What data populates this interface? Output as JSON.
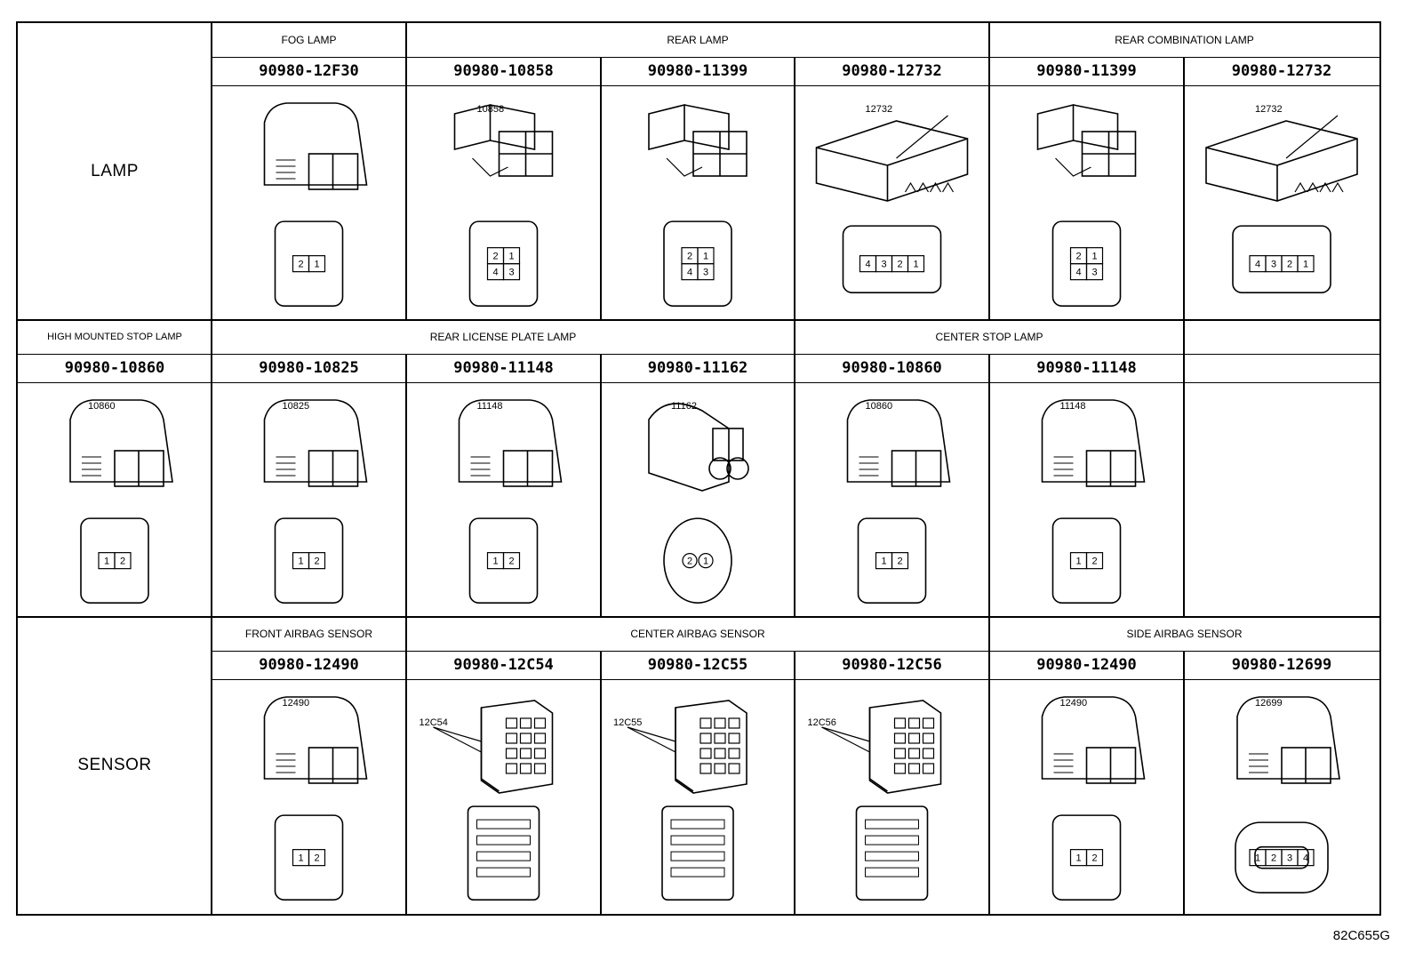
{
  "rows": [
    {
      "category": "LAMP",
      "groups": [
        {
          "label": "FOG LAMP",
          "span": 1
        },
        {
          "label": "REAR LAMP",
          "span": 3
        },
        {
          "label": "REAR COMBINATION LAMP",
          "span": 2
        }
      ],
      "cells": [
        {
          "part": "90980-12F30",
          "tag": "",
          "pins": [
            "2",
            "1"
          ],
          "style": "square"
        },
        {
          "part": "90980-10858",
          "tag": "10858",
          "pins": [
            "2",
            "1",
            "4",
            "3"
          ],
          "style": "clip"
        },
        {
          "part": "90980-11399",
          "tag": "",
          "pins": [
            "2",
            "1",
            "4",
            "3"
          ],
          "style": "clip"
        },
        {
          "part": "90980-12732",
          "tag": "12732",
          "pins": [
            "4",
            "3",
            "2",
            "1"
          ],
          "style": "flat"
        },
        {
          "part": "90980-11399",
          "tag": "",
          "pins": [
            "2",
            "1",
            "4",
            "3"
          ],
          "style": "clip"
        },
        {
          "part": "90980-12732",
          "tag": "12732",
          "pins": [
            "4",
            "3",
            "2",
            "1"
          ],
          "style": "flat"
        }
      ]
    },
    {
      "category": "HIGH MOUNTED STOP LAMP",
      "groups": [
        {
          "label": "REAR LICENSE PLATE LAMP",
          "span": 3
        },
        {
          "label": "CENTER STOP LAMP",
          "span": 2
        },
        {
          "label": "",
          "span": 1
        }
      ],
      "cells": [
        {
          "part": "90980-10860",
          "tag": "10860",
          "pins": [
            "1",
            "2"
          ],
          "style": "square"
        },
        {
          "part": "90980-10825",
          "tag": "10825",
          "pins": [
            "1",
            "2"
          ],
          "style": "square"
        },
        {
          "part": "90980-11148",
          "tag": "11148",
          "pins": [
            "1",
            "2"
          ],
          "style": "wide"
        },
        {
          "part": "90980-11162",
          "tag": "11162",
          "pins": [
            "2",
            "1"
          ],
          "style": "round"
        },
        {
          "part": "90980-10860",
          "tag": "10860",
          "pins": [
            "1",
            "2"
          ],
          "style": "square"
        },
        {
          "part": "90980-11148",
          "tag": "11148",
          "pins": [
            "1",
            "2"
          ],
          "style": "wide"
        },
        {
          "part": "",
          "tag": "",
          "pins": [],
          "style": "none"
        }
      ]
    },
    {
      "category": "SENSOR",
      "groups": [
        {
          "label": "FRONT AIRBAG SENSOR",
          "span": 1
        },
        {
          "label": "CENTER AIRBAG SENSOR",
          "span": 3
        },
        {
          "label": "SIDE AIRBAG SENSOR",
          "span": 2
        }
      ],
      "cells": [
        {
          "part": "90980-12490",
          "tag": "12490",
          "pins": [
            "1",
            "2"
          ],
          "style": "square"
        },
        {
          "part": "90980-12C54",
          "tag": "12C54",
          "pins": [],
          "style": "multi"
        },
        {
          "part": "90980-12C55",
          "tag": "12C55",
          "pins": [],
          "style": "multi"
        },
        {
          "part": "90980-12C56",
          "tag": "12C56",
          "pins": [],
          "style": "multi"
        },
        {
          "part": "90980-12490",
          "tag": "12490",
          "pins": [
            "1",
            "2"
          ],
          "style": "square"
        },
        {
          "part": "90980-12699",
          "tag": "12699",
          "pins": [
            "1",
            "2",
            "3",
            "4"
          ],
          "style": "oval"
        }
      ]
    }
  ],
  "figure_code": "82C655G"
}
